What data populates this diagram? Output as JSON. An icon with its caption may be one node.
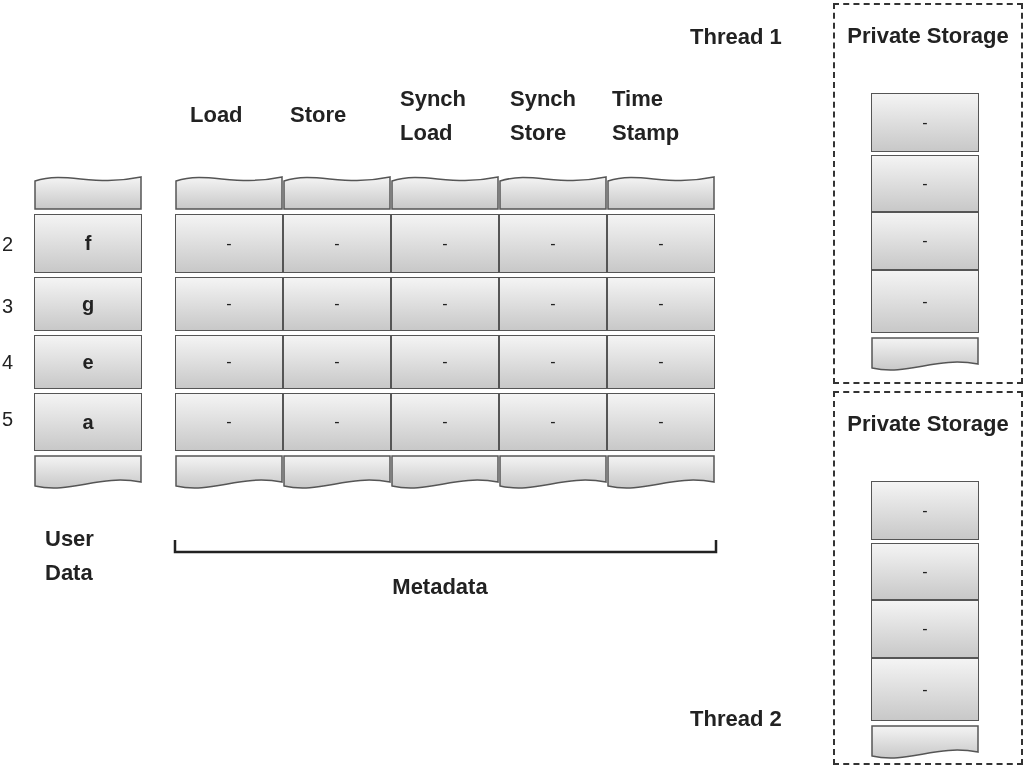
{
  "diagram": {
    "nodes": [
      {
        "text": [],
        "shape": "box"
      },
      {
        "text": [
          "f"
        ]
      },
      {
        "text": [
          "g"
        ]
      },
      {
        "text": [
          "e"
        ]
      },
      {
        "text": [
          "a"
        ]
      },
      {
        "text": [],
        "shape": "box"
      },
      {
        "text": [],
        "shape": "box"
      },
      {
        "text": [],
        "shape": "box"
      },
      {
        "text": [],
        "shape": "box"
      },
      {
        "text": [],
        "shape": "box"
      },
      {
        "text": [],
        "shape": "box"
      },
      {
        "text": [
          "-"
        ]
      },
      {
        "text": [
          "-"
        ]
      },
      {
        "text": [
          "-"
        ]
      },
      {
        "text": [
          "-"
        ]
      },
      {
        "text": [
          "-"
        ]
      },
      {
        "text": [
          "-"
        ]
      },
      {
        "text": [
          "-"
        ]
      },
      {
        "text": [
          "-"
        ]
      },
      {
        "text": [
          "-"
        ]
      },
      {
        "text": [
          "-"
        ]
      },
      {
        "text": [
          "-"
        ]
      },
      {
        "text": [
          "-"
        ]
      },
      {
        "text": [
          "-"
        ]
      },
      {
        "text": [
          "-"
        ]
      },
      {
        "text": [
          "-"
        ]
      },
      {
        "text": [
          "-"
        ]
      },
      {
        "text": [
          "-"
        ]
      },
      {
        "text": [
          "-"
        ]
      },
      {
        "text": [
          "-"
        ]
      },
      {
        "text": [
          "-"
        ]
      },
      {
        "text": [],
        "shape": "box"
      },
      {
        "text": [],
        "shape": "box"
      },
      {
        "text": [],
        "shape": "box"
      },
      {
        "text": [],
        "shape": "box"
      },
      {
        "text": [],
        "shape": "box"
      },
      {
        "text": [
          "Private Storage"
        ],
        "beside": [
          "Thread 1"
        ]
      },
      {
        "text": [
          "-"
        ],
        "in": 36
      },
      {
        "text": [
          "-"
        ],
        "in": 36
      },
      {
        "text": [
          "-"
        ],
        "in": 36
      },
      {
        "text": [
          "-"
        ],
        "in": 36
      },
      {
        "text": [],
        "shape": "box",
        "in": 36
      },
      {
        "text": [
          "Private Storage"
        ],
        "beside": [
          "Thread 2"
        ]
      },
      {
        "text": [
          "-"
        ],
        "in": 42
      },
      {
        "text": [
          "-"
        ],
        "in": 42
      },
      {
        "text": [
          "-"
        ],
        "in": 42
      },
      {
        "text": [
          "-"
        ],
        "in": 42
      },
      {
        "text": [],
        "shape": "box",
        "in": 42
      }
    ],
    "labels": [
      "Load",
      "Store",
      "Synch Load",
      "Synch Store",
      "Time Stamp",
      "2",
      "3",
      "4",
      "5",
      "User Data",
      "Metadata"
    ]
  }
}
